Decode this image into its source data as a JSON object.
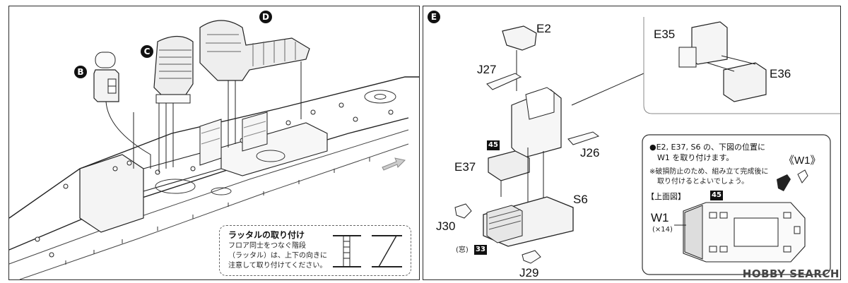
{
  "step_d_labels": {
    "b": "B",
    "c": "C",
    "d": "D"
  },
  "step_e": {
    "circle": "E",
    "parts": {
      "e2": "E2",
      "j27": "J27",
      "j26": "J26",
      "e37": "E37",
      "s6": "S6",
      "j30": "J30",
      "j29": "J29",
      "e35": "E35",
      "e36": "E36",
      "w1": "W1"
    },
    "badges": {
      "b45a": "45",
      "b45b": "45",
      "b33": "33"
    },
    "window_label": "(窓)",
    "note_title": "●E2, E37, S6 の、下図の位置に",
    "note_line2": "W1 を取り付けます。",
    "subnote_1": "※破損防止のため、組み立て完成後に",
    "subnote_2": "取り付けるとよいでしょう。",
    "w1_bracket": "《W1》",
    "top_view": "【上面図】",
    "w1_count": "(×14)"
  },
  "ladder_box": {
    "title": "ラッタルの取り付け",
    "line1": "フロア同士をつなぐ階段",
    "line2": "（ラッタル）は、上下の向きに",
    "line3": "注意して取り付けてください。"
  },
  "watermark": "HOBBY SEARCH"
}
